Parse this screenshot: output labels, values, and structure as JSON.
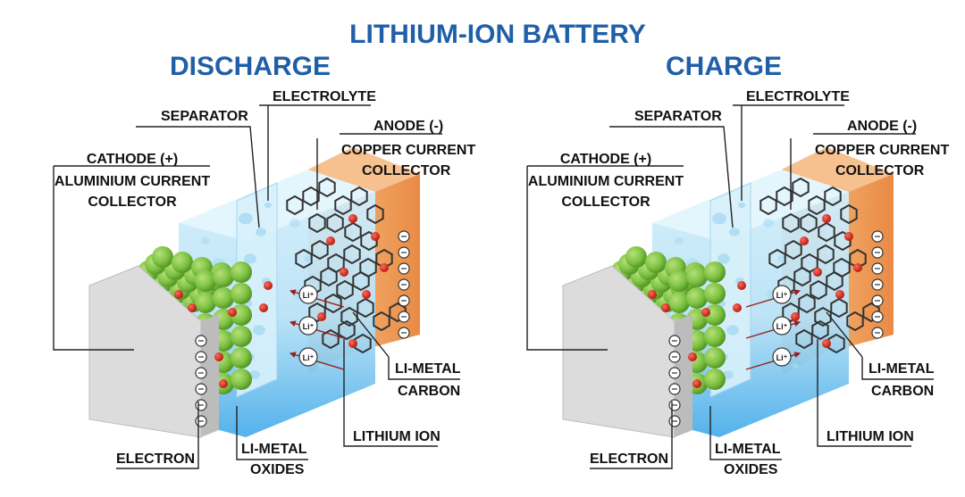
{
  "title": "LITHIUM-ION BATTERY",
  "colors": {
    "title": "#1f5fa8",
    "electrolyte": "#bfe6f7",
    "electrolyte_bottom": "#3fa6e6",
    "anode": "#ef9a55",
    "cathode_sphere": "#7dc242",
    "ion": "#d42a1e",
    "collector": "#d8d8d8"
  },
  "panels": [
    {
      "heading": "DISCHARGE",
      "labels": {
        "separator": "SEPARATOR",
        "electrolyte": "ELECTROLYTE",
        "anode": "ANODE (-)",
        "copper1": "COPPER CURRENT",
        "copper2": "COLLECTOR",
        "cathode": "CATHODE (+)",
        "alum1": "ALUMINIUM CURRENT",
        "alum2": "COLLECTOR",
        "limetal_c1": "LI-METAL",
        "limetal_c2": "CARBON",
        "lithium_ion": "LITHIUM ION",
        "electron": "ELECTRON",
        "limetal_o1": "LI-METAL",
        "limetal_o2": "OXIDES"
      },
      "ion_symbols": [
        "Li⁺",
        "Li⁺",
        "Li⁺"
      ]
    },
    {
      "heading": "CHARGE",
      "labels": {
        "separator": "SEPARATOR",
        "electrolyte": "ELECTROLYTE",
        "anode": "ANODE (-)",
        "copper1": "COPPER CURRENT",
        "copper2": "COLLECTOR",
        "cathode": "CATHODE (+)",
        "alum1": "ALUMINIUM CURRENT",
        "alum2": "COLLECTOR",
        "limetal_c1": "LI-METAL",
        "limetal_c2": "CARBON",
        "lithium_ion": "LITHIUM ION",
        "electron": "ELECTRON",
        "limetal_o1": "LI-METAL",
        "limetal_o2": "OXIDES"
      },
      "ion_symbols": [
        "Li⁺",
        "Li⁺",
        "Li⁺"
      ]
    }
  ]
}
